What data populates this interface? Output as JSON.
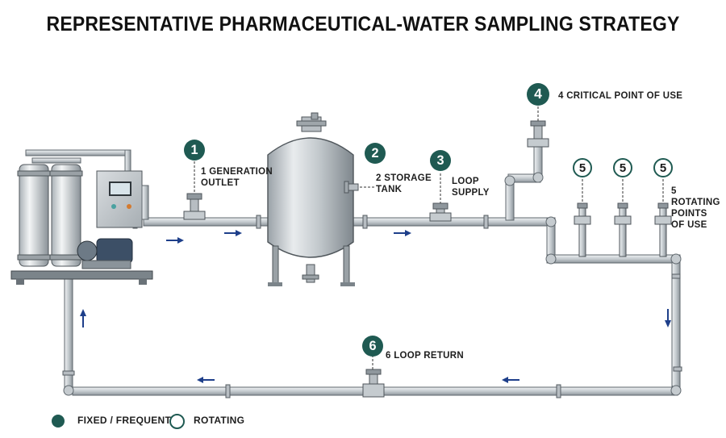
{
  "title": "REPRESENTATIVE PHARMACEUTICAL-WATER SAMPLING STRATEGY",
  "colors": {
    "fixed": "#1f5a52",
    "rotating_stroke": "#1f5a52",
    "pipe": "#c9ced2",
    "pipe_edge": "#6b7278",
    "arrow": "#1e3f8a"
  },
  "points": [
    {
      "id": "1",
      "type": "fixed",
      "label_line1": "1 GENERATION",
      "label_line2": "OUTLET"
    },
    {
      "id": "2",
      "type": "fixed",
      "label_line1": "2 STORAGE",
      "label_line2": "TANK"
    },
    {
      "id": "3",
      "type": "fixed",
      "label_line1": "LOOP",
      "label_line2": "SUPPLY"
    },
    {
      "id": "4",
      "type": "fixed",
      "label_line1": "4 CRITICAL POINT OF USE"
    },
    {
      "id": "5a",
      "badge": "5",
      "type": "rotating"
    },
    {
      "id": "5b",
      "badge": "5",
      "type": "rotating"
    },
    {
      "id": "5c",
      "badge": "5",
      "type": "rotating",
      "label_line1": "5 ROTATING",
      "label_line2": "POINTS",
      "label_line3": "OF USE"
    },
    {
      "id": "6",
      "type": "fixed",
      "label_line1": "6 LOOP RETURN"
    }
  ],
  "legend": {
    "fixed_label": "FIXED / FREQUENT",
    "rotating_label": "ROTATING"
  }
}
